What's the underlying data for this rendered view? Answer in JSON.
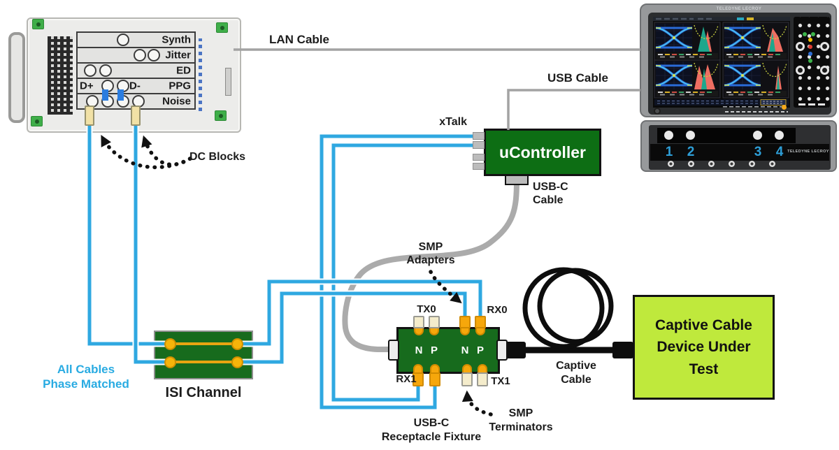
{
  "colors": {
    "cable_blue": "#29abe2",
    "board_green": "#176b1d",
    "ucontroller_green": "#0d6e14",
    "connector_orange": "#f6a70b",
    "terminator_cream": "#f4eccb",
    "dut_green": "#bfe93c",
    "phase_text_cyan": "#29abe2"
  },
  "bert": {
    "row_labels": [
      "Synth",
      "Jitter",
      "ED",
      "PPG",
      "Noise"
    ],
    "d_plus": "D+",
    "d_minus": "D-",
    "dc_blocks": "DC Blocks"
  },
  "cables": {
    "lan": "LAN Cable",
    "usb": "USB Cable",
    "usbc": [
      "USB-C",
      "Cable"
    ],
    "captive": [
      "Captive",
      "Cable"
    ],
    "phase_matched": [
      "All Cables",
      "Phase Matched"
    ]
  },
  "ucontroller": {
    "title": "uController",
    "xtalk": "xTalk"
  },
  "isi": {
    "title": "ISI Channel"
  },
  "fixture": {
    "tx0": "TX0",
    "rx0": "RX0",
    "rx1": "RX1",
    "tx1": "TX1",
    "n": "N",
    "p": "P",
    "caption": [
      "USB-C",
      "Receptacle Fixture"
    ],
    "smp_adapters": [
      "SMP",
      "Adapters"
    ],
    "smp_terminators": [
      "SMP",
      "Terminators"
    ]
  },
  "dut": {
    "lines": [
      "Captive Cable",
      "Device Under",
      "Test"
    ]
  },
  "scope": {
    "brand": "TELEDYNE LECROY"
  },
  "module": {
    "brand": "TELEDYNE LECROY",
    "channels": [
      "1",
      "2",
      "3",
      "4"
    ]
  }
}
